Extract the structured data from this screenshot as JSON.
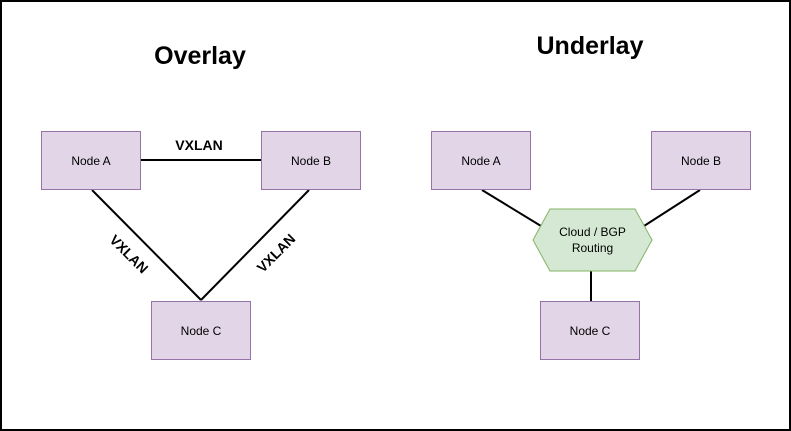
{
  "colors": {
    "background": "#ffffff",
    "border": "#000000",
    "node_fill": "#e1d5e7",
    "node_stroke": "#9673a6",
    "hub_fill": "#d5e8d4",
    "hub_stroke": "#82b366",
    "line": "#000000",
    "text": "#000000"
  },
  "overlay": {
    "title": "Overlay",
    "node_a": "Node A",
    "node_b": "Node B",
    "node_c": "Node C",
    "edge_ab_label": "VXLAN",
    "edge_ac_label": "VXLAN",
    "edge_bc_label": "VXLAN"
  },
  "underlay": {
    "title": "Underlay",
    "node_a": "Node A",
    "node_b": "Node B",
    "node_c": "Node C",
    "hub_label": "Cloud / BGP Routing"
  }
}
